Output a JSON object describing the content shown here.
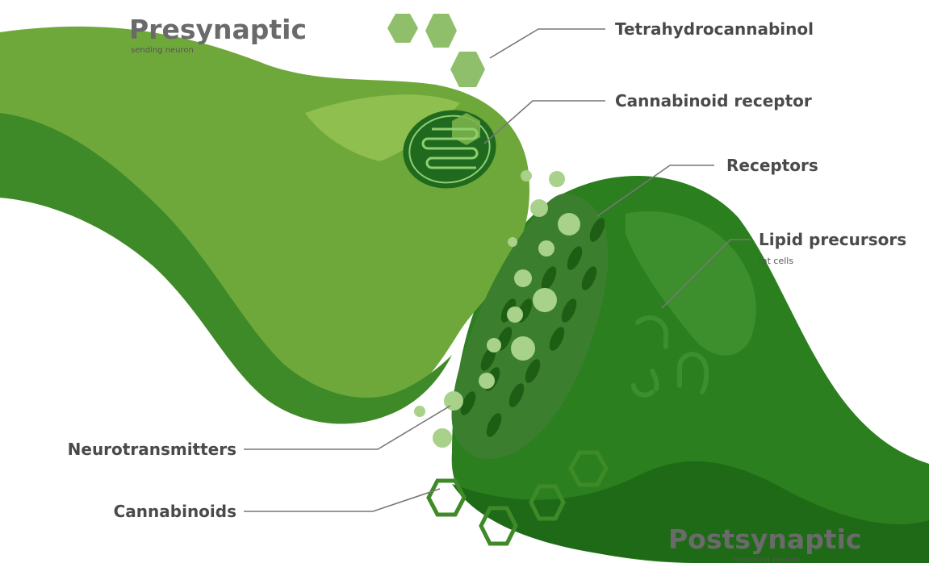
{
  "titles": {
    "presynaptic": "Presynaptic",
    "presynaptic_sub": "sending neuron",
    "postsynaptic": "Postsynaptic",
    "postsynaptic_sub": "receiving neuron"
  },
  "labels": {
    "thc": "Tetrahydrocannabinol",
    "cannabinoid_receptor": "Cannabinoid receptor",
    "receptors": "Receptors",
    "lipid_precursors": "Lipid precursors",
    "lipid_precursors_sub": "fat cells",
    "neurotransmitters": "Neurotransmitters",
    "cannabinoids": "Cannabinoids"
  },
  "colors": {
    "presynaptic_light": "#6fa83a",
    "presynaptic_dark": "#3f8a28",
    "postsynaptic": "#2b7f1f",
    "postsynaptic_dark": "#1e6a16",
    "vesicle": "#a8d18a",
    "receptor": "#1e5e14",
    "thc": "#8fbf6a",
    "text": "#4a4a4a"
  }
}
